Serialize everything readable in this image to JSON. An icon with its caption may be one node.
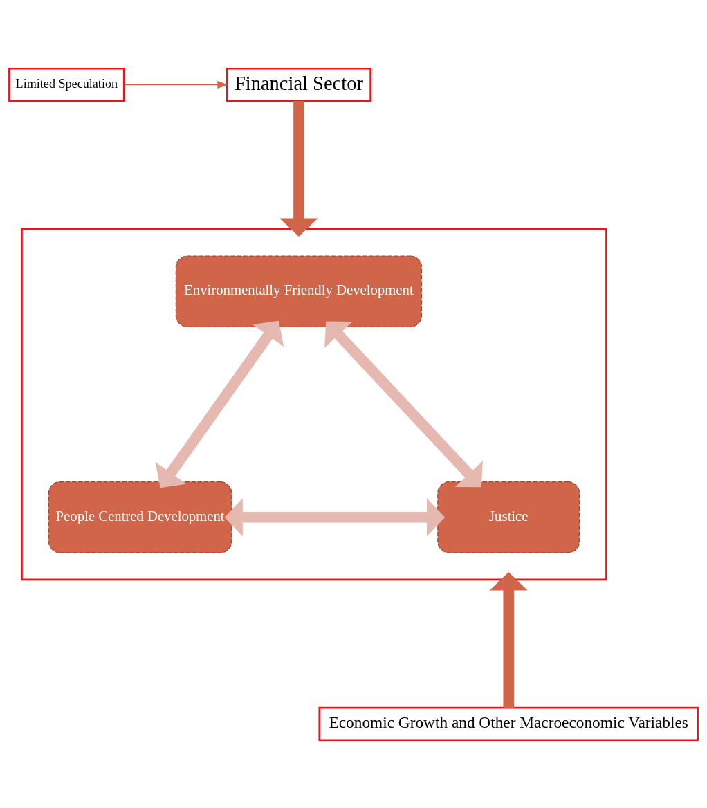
{
  "diagram": {
    "nodes": [
      {
        "text": [
          "Limited Speculation"
        ]
      },
      {
        "text": [
          "Financial Sector"
        ]
      },
      {
        "text": [],
        "shape": "box"
      },
      {
        "text": [
          "Environmentally Friendly Development"
        ],
        "in": 2
      },
      {
        "text": [
          "People Centred Development"
        ],
        "in": 2
      },
      {
        "text": [
          "Justice"
        ],
        "in": 2
      },
      {
        "text": [
          "Economic Growth and Other Macroeconomic Variables"
        ]
      }
    ],
    "edges": [
      {
        "from": 0,
        "to": 1,
        "arrow": "to",
        "color": "#d0654a"
      },
      {
        "from": 1,
        "to": 2,
        "arrow": "to",
        "color": "#d0654a"
      },
      {
        "from": 3,
        "to": 4,
        "arrow": "both",
        "color": "#e5b8b0"
      },
      {
        "from": 3,
        "to": 5,
        "arrow": "both",
        "color": "#e5b8b0"
      },
      {
        "from": 4,
        "to": 5,
        "arrow": "both",
        "color": "#e5b8b0"
      },
      {
        "from": 6,
        "to": 2,
        "arrow": "to",
        "color": "#d0654a"
      }
    ]
  }
}
